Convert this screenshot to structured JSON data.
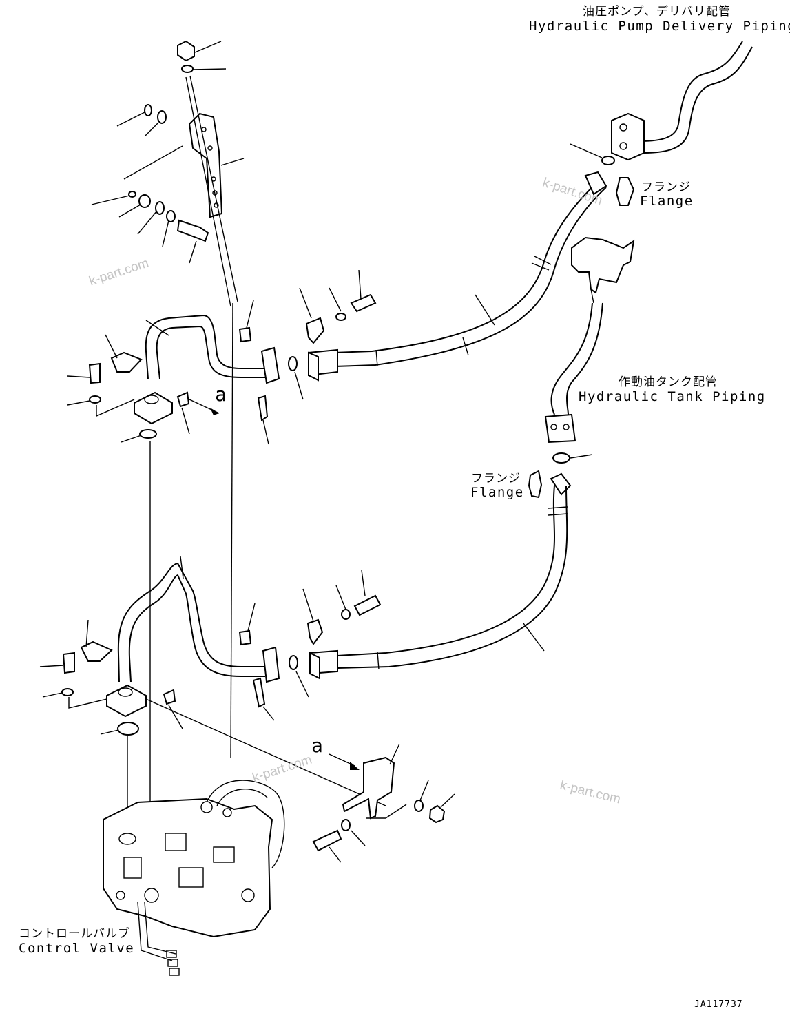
{
  "labels": {
    "pump_jp": "油圧ポンプ、デリバリ配管",
    "pump_en": "Hydraulic Pump Delivery Piping",
    "flange_top_jp": "フランジ",
    "flange_top_en": "Flange",
    "tank_jp": "作動油タンク配管",
    "tank_en": "Hydraulic Tank Piping",
    "flange_mid_jp": "フランジ",
    "flange_mid_en": "Flange",
    "valve_jp": "コントロールバルブ",
    "valve_en": "Control Valve"
  },
  "callouts": {
    "view_a_top": "a",
    "view_a_bottom": "a"
  },
  "watermark": "k-part.com",
  "drawing_code": "JA117737"
}
